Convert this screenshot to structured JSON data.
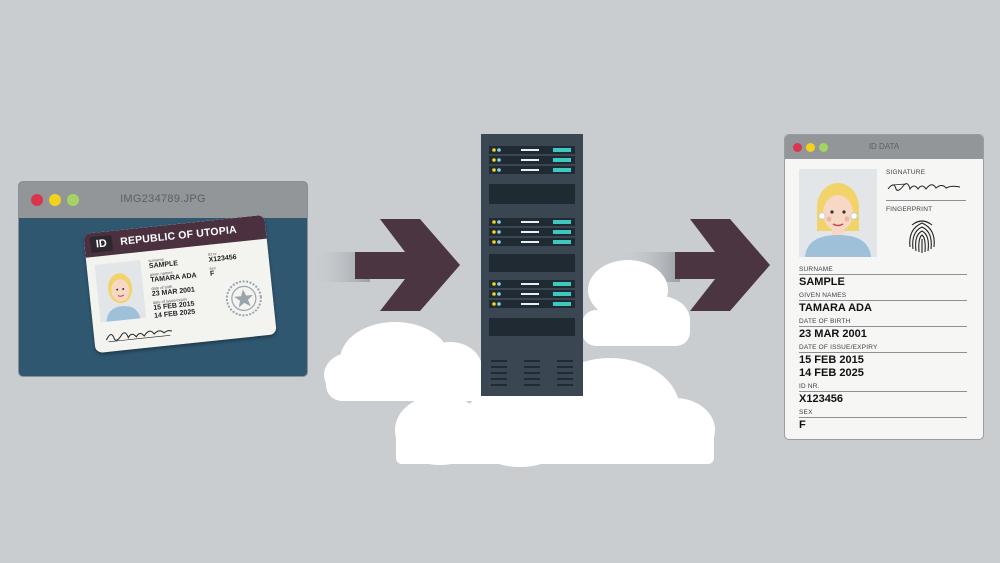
{
  "source_window": {
    "title": "IMG234789.JPG",
    "card": {
      "badge": "ID",
      "header": "REPUBLIC OF UTOPIA",
      "surname_label": "surname",
      "surname": "SAMPLE",
      "given_label": "given names",
      "given": "TAMARA ADA",
      "dob_label": "date of birth",
      "dob": "23 MAR 2001",
      "issue_label": "date of issue/expiry",
      "issue": "15 FEB 2015",
      "expiry": "14 FEB 2025",
      "id_label": "ID nr",
      "id": "X123456",
      "sex_label": "sex",
      "sex": "F"
    }
  },
  "result_window": {
    "title": "ID DATA",
    "signature_label": "SIGNATURE",
    "fingerprint_label": "FINGERPRINT",
    "fields": [
      {
        "label": "SURNAME",
        "value": "SAMPLE"
      },
      {
        "label": "GIVEN NAMES",
        "value": "TAMARA ADA"
      },
      {
        "label": "DATE OF BIRTH",
        "value": "23 MAR 2001"
      },
      {
        "label": "DATE OF ISSUE/EXPIRY",
        "value": "15 FEB 2015",
        "value2": "14 FEB 2025"
      },
      {
        "label": "ID NR.",
        "value": "X123456"
      },
      {
        "label": "SEX",
        "value": "F"
      }
    ]
  },
  "colors": {
    "background": "#c9cdd0",
    "window_bar": "#929699",
    "arrow": "#4a3540",
    "server": "#3a4752",
    "cloud": "#ffffff",
    "card_header": "#4b3140"
  }
}
